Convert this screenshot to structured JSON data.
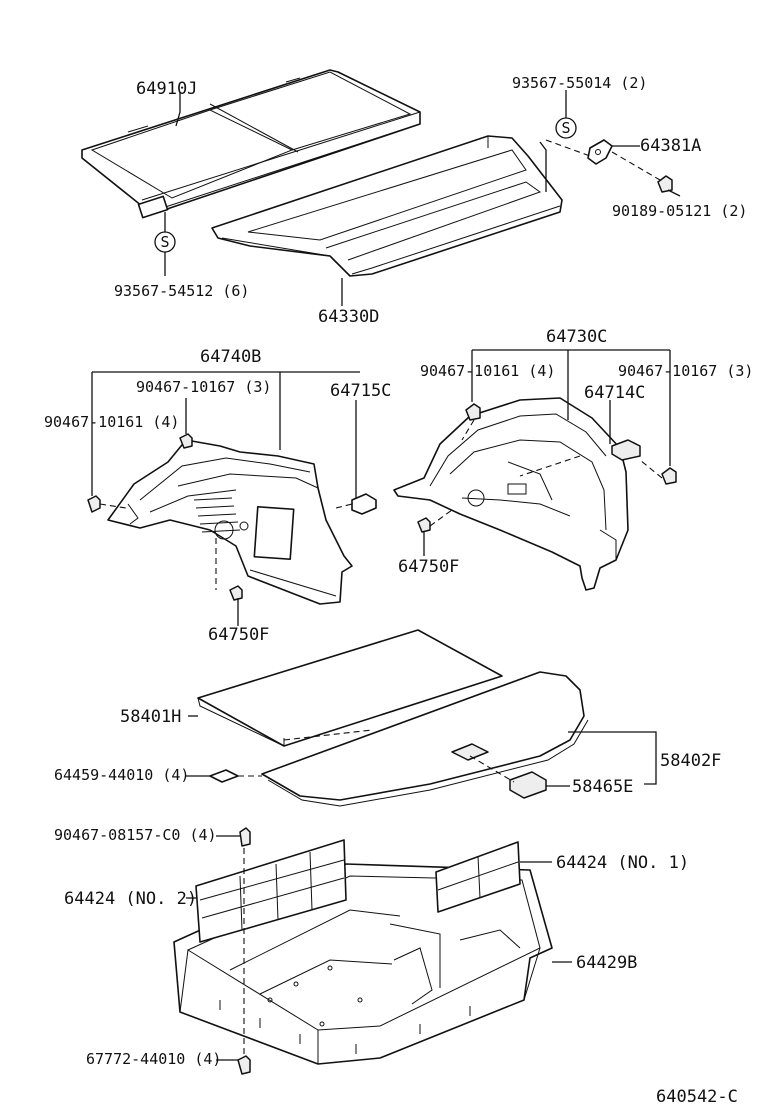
{
  "labels": {
    "p64910J": "64910J",
    "p93567_55014": "93567-55014 (2)",
    "p64381A": "64381A",
    "p90189_05121": "90189-05121 (2)",
    "p93567_54512": "93567-54512 (6)",
    "p64330D": "64330D",
    "p64740B": "64740B",
    "p64730C": "64730C",
    "p90467_10167_left": "90467-10167 (3)",
    "p64715C": "64715C",
    "p90467_10161_left": "90467-10161 (4)",
    "p90467_10161_right": "90467-10161 (4)",
    "p90467_10167_right": "90467-10167 (3)",
    "p64714C": "64714C",
    "p64750F_left": "64750F",
    "p64750F_right": "64750F",
    "p58401H": "58401H",
    "p58402F": "58402F",
    "p64459_44010": "64459-44010 (4)",
    "p58465E": "58465E",
    "p90467_08157": "90467-08157-C0 (4)",
    "p64424_no1": "64424 (NO. 1)",
    "p64424_no2": "64424 (NO. 2)",
    "p64429B": "64429B",
    "p67772_44010": "67772-44010 (4)",
    "figure_code": "640542-C"
  },
  "symbols": {
    "screw_mark": "S"
  },
  "icons": [
    "tonneau-cover",
    "package-tray",
    "bracket",
    "clip",
    "side-trim-left",
    "side-trim-right",
    "deck-board",
    "deck-cover",
    "storage-box",
    "partition-panel"
  ]
}
